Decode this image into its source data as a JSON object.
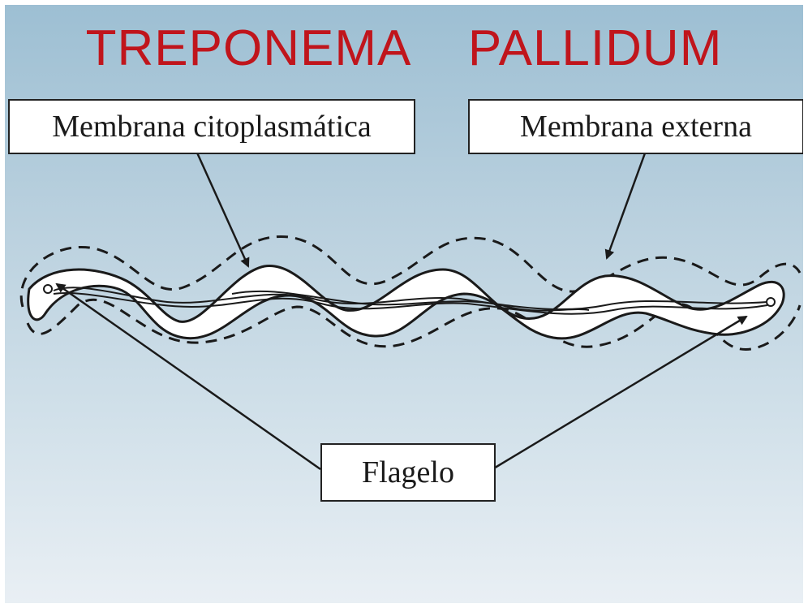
{
  "title": "TREPONEMA    PALLIDUM",
  "labels": {
    "membrana_citoplasmatica": "Membrana citoplasmática",
    "membrana_externa": "Membrana externa",
    "flagelo": "Flagelo"
  },
  "colors": {
    "title": "#c0151c",
    "background_top": "#9dbfd3",
    "background_bottom": "#e9eff4",
    "cell_body": "#ffffff",
    "outline": "#1a1a1a"
  }
}
